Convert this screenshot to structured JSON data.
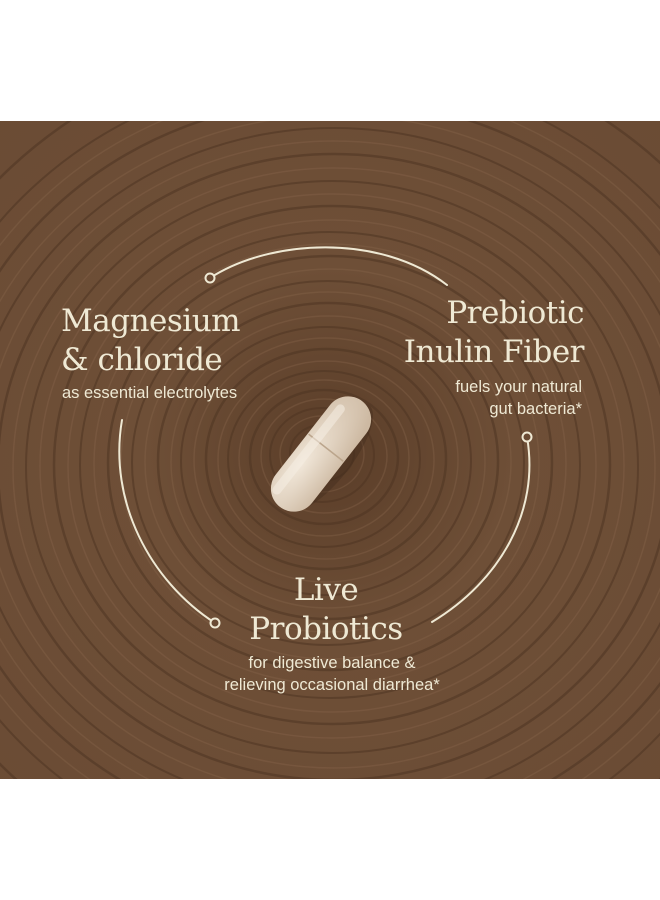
{
  "features": {
    "magnesium": {
      "title_line1": "Magnesium",
      "title_line2": "& chloride",
      "description": "as essential electrolytes"
    },
    "prebiotic": {
      "title_line1": "Prebiotic",
      "title_line2": "Inulin Fiber",
      "description_line1": "fuels your natural",
      "description_line2": "gut bacteria*"
    },
    "probiotics": {
      "title_line1": "Live",
      "title_line2": "Probiotics",
      "description_line1": "for digestive balance &",
      "description_line2": "relieving occasional diarrhea*"
    }
  },
  "colors": {
    "wood": "#6b4c35",
    "text": "#efe9d4",
    "capsule": "#e6d9c8"
  }
}
